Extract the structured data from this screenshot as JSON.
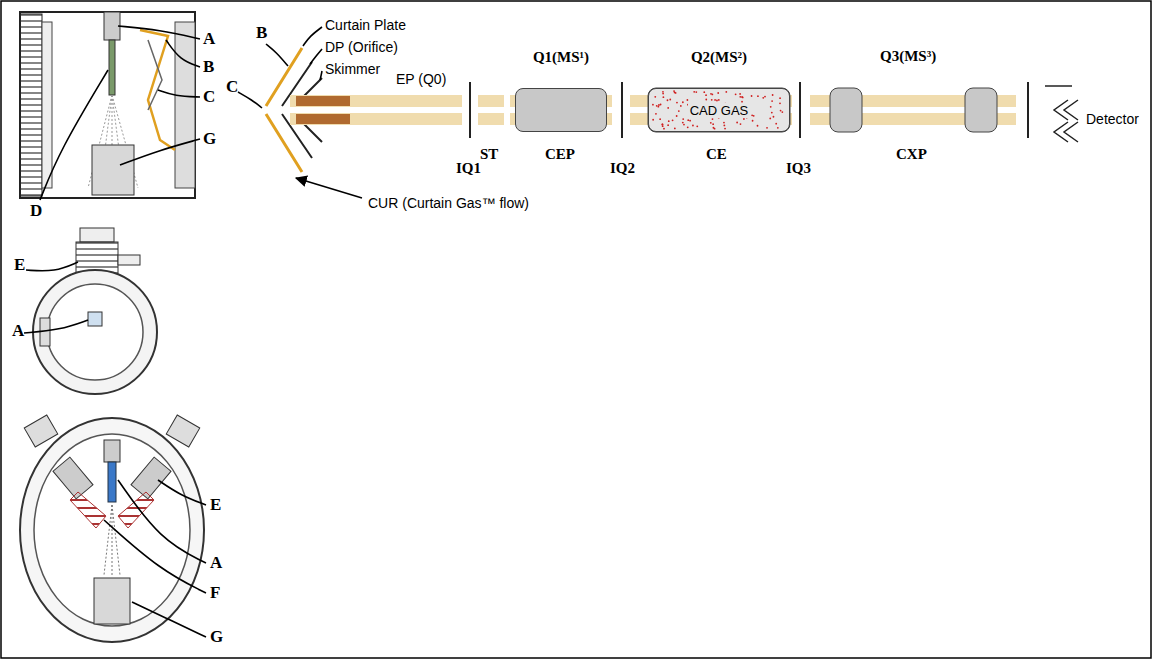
{
  "diagram": {
    "nodes": [
      {
        "text": [
          "Q1(MS¹)"
        ]
      },
      {
        "text": [
          "Q2(MS²)",
          "CAD GAS"
        ]
      }
    ],
    "labels": [
      "A",
      "B",
      "C",
      "G",
      "D",
      "B",
      "C",
      "E",
      "A",
      "E",
      "A",
      "F",
      "G",
      "Curtain Plate",
      "DP (Orifice)",
      "Skimmer",
      "EP (Q0)",
      "IQ1",
      "ST",
      "CEP",
      "IQ2",
      "CE",
      "IQ3",
      "Q3(MS³)",
      "CXP",
      "Detector",
      "CUR (Curtain Gas™ flow)"
    ]
  }
}
